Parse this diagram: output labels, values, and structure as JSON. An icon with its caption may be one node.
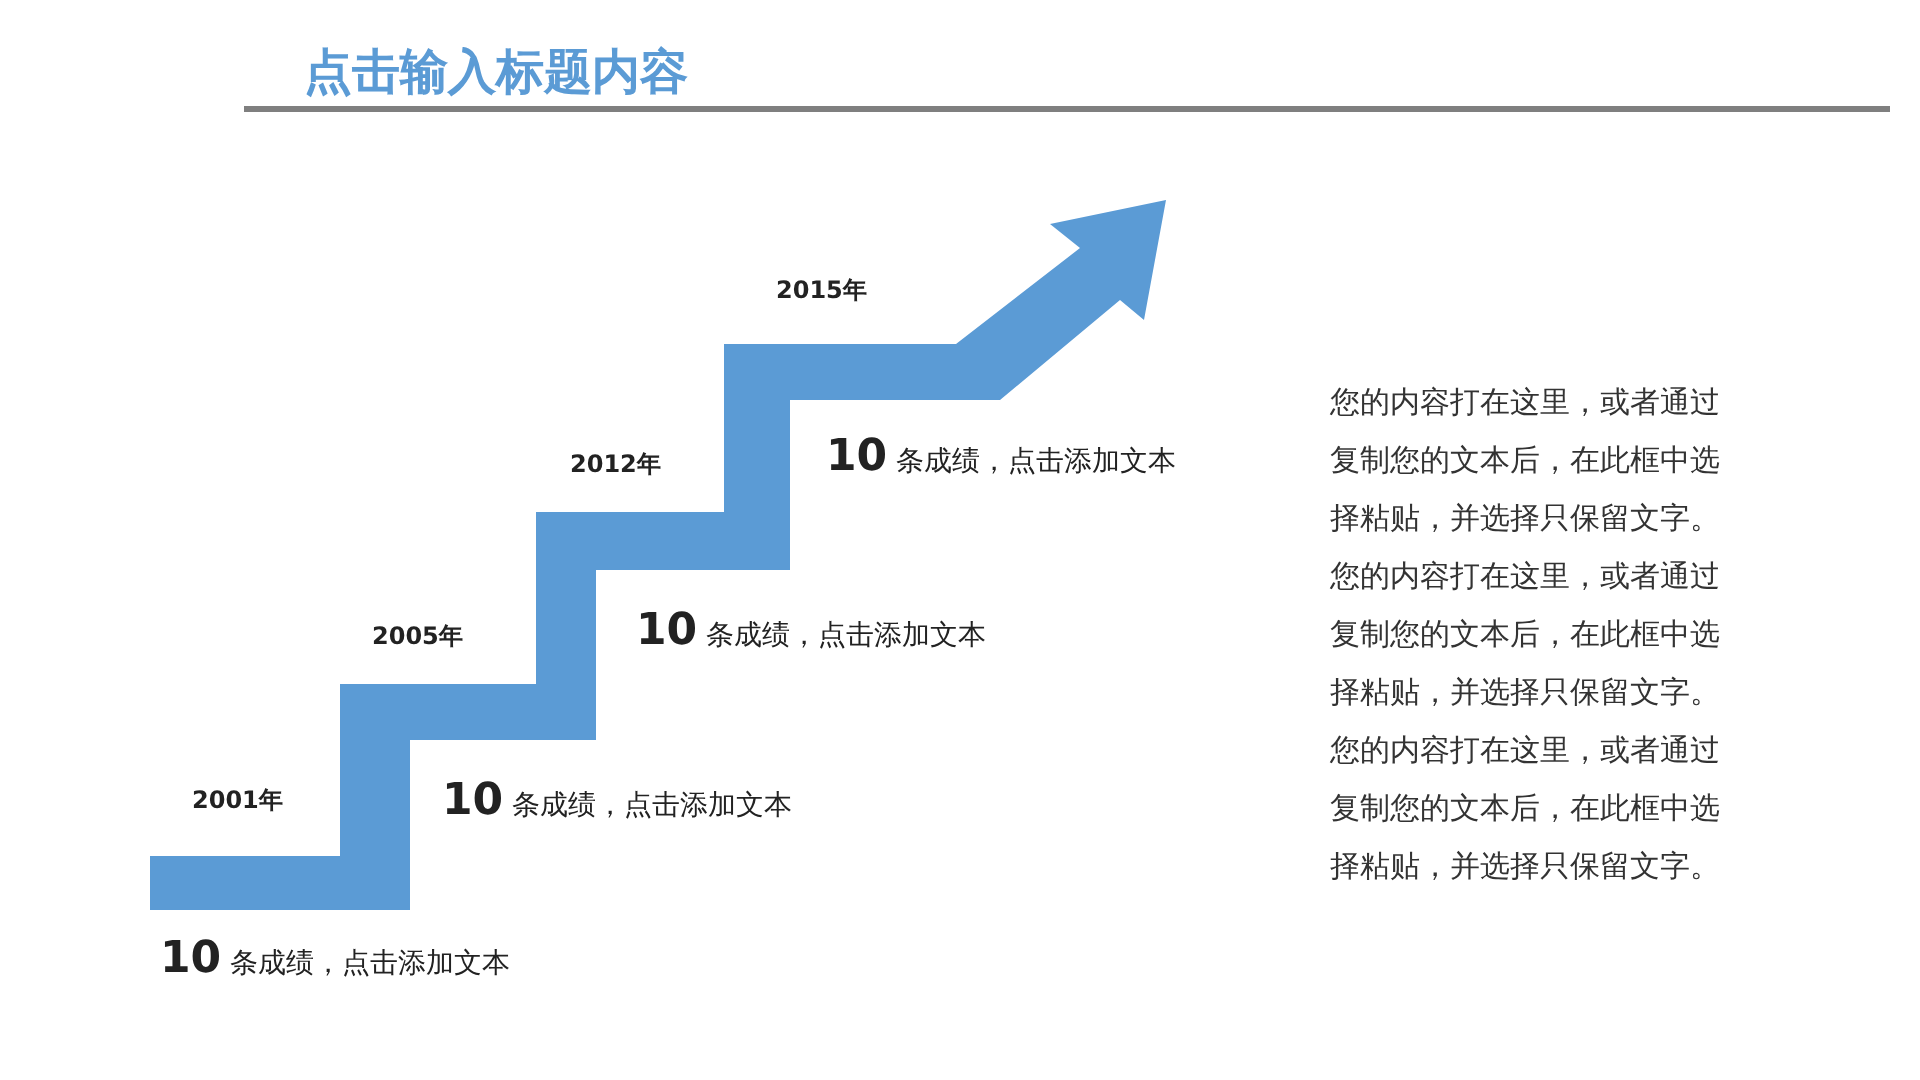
{
  "diagram": {
    "title": "点击输入标题内容",
    "labels": [
      "2015年",
      "2012年",
      "**10** 条成绩，点击添加文本",
      "2005年",
      "**10** 条成绩，点击添加文本",
      "2001年",
      "**10** 条成绩，点击添加文本",
      "**10** 条成绩，点击添加文本",
      "您的内容打在这里，或者通过复制您的文本后，在此框中选择粘贴，并选择只保留文字。",
      "您的内容打在这里，或者通过复制您的文本后，在此框中选择粘贴，并选择只保留文字。",
      "您的内容打在这里，或者通过复制您的文本后，在此框中选择粘贴，并选择只保留文字。"
    ]
  }
}
